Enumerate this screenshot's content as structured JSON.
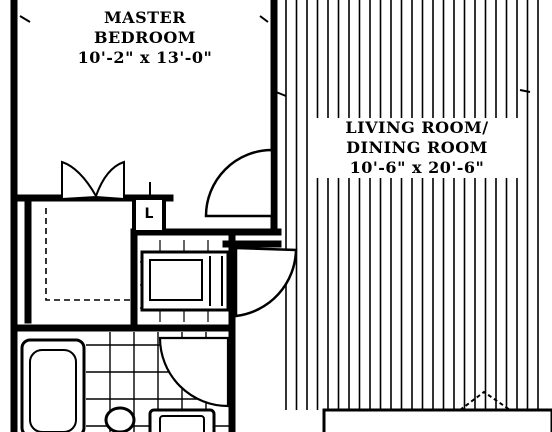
{
  "rooms": {
    "master": {
      "name_line1": "MASTER",
      "name_line2": "BEDROOM",
      "size": "10'-2\" x 13'-0\""
    },
    "living": {
      "name_line1": "LIVING ROOM/",
      "name_line2": "DINING ROOM",
      "size": "10'-6\" x 20'-6\""
    },
    "linen_closet": {
      "tag": "L"
    }
  }
}
